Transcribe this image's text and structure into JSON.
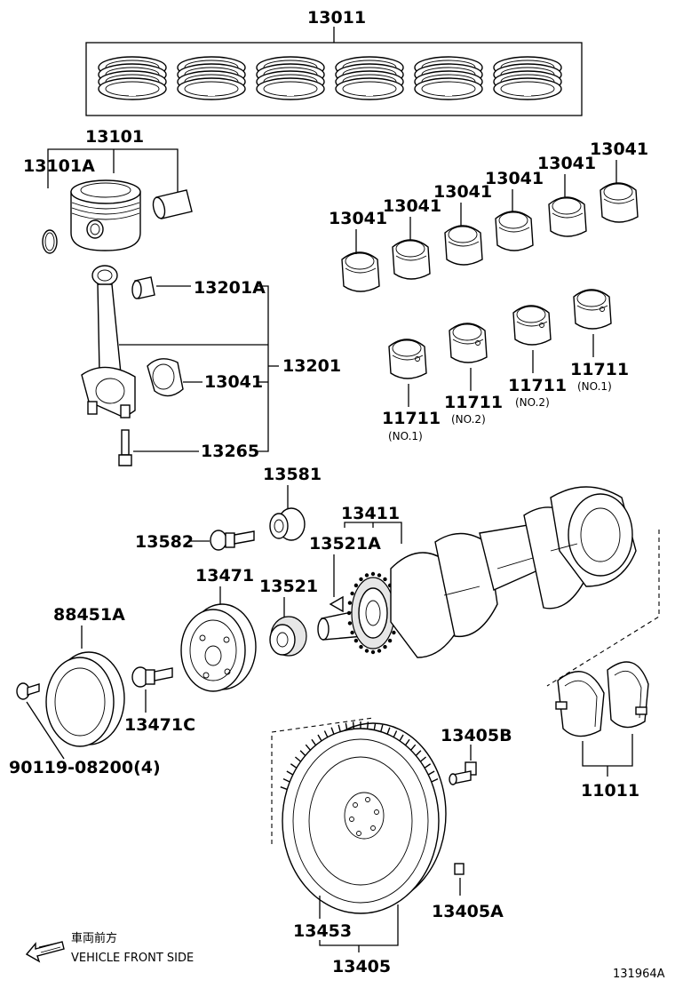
{
  "labels": {
    "p13011": "13011",
    "p13101": "13101",
    "p13101A": "13101A",
    "p13201A": "13201A",
    "p13201": "13201",
    "p13041_rod": "13041",
    "p13265": "13265",
    "p13041_a": "13041",
    "p13041_b": "13041",
    "p13041_c": "13041",
    "p13041_d": "13041",
    "p13041_e": "13041",
    "p13041_f": "13041",
    "p11711_a": "11711",
    "p11711_b": "11711",
    "p11711_c": "11711",
    "p11711_d": "11711",
    "p13581": "13581",
    "p13582": "13582",
    "p13411": "13411",
    "p13521A": "13521A",
    "p13471": "13471",
    "p13521": "13521",
    "p88451A": "88451A",
    "p13471C": "13471C",
    "p90119": "90119-08200(4)",
    "p13405B": "13405B",
    "p11011": "11011",
    "p13453": "13453",
    "p13405A": "13405A",
    "p13405": "13405"
  },
  "sublabels": {
    "no1_a": "(NO.1)",
    "no2_a": "(NO.2)",
    "no2_b": "(NO.2)",
    "no1_b": "(NO.1)"
  },
  "direction": {
    "jp": "車両前方",
    "en": "VEHICLE FRONT SIDE"
  },
  "figure_id": "131964A"
}
